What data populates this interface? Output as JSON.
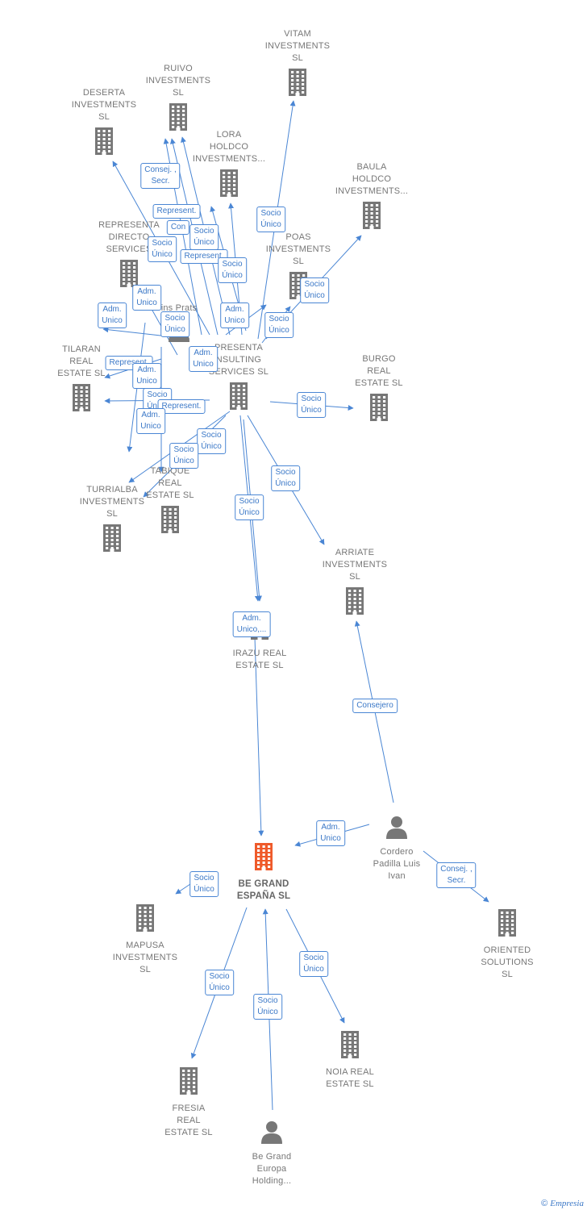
{
  "colors": {
    "edge": "#4a86d4",
    "company": "#777777",
    "main_company": "#ef5a2a",
    "person": "#777777"
  },
  "nodes": [
    {
      "id": "vitam",
      "type": "company",
      "label": [
        "VITAM",
        "INVESTMENTS",
        "SL"
      ],
      "name": "node-vitam"
    },
    {
      "id": "ruivo",
      "type": "company",
      "label": [
        "RUIVO",
        "INVESTMENTS",
        "SL"
      ],
      "name": "node-ruivo"
    },
    {
      "id": "deserta",
      "type": "company",
      "label": [
        "DESERTA",
        "INVESTMENTS",
        "SL"
      ],
      "name": "node-deserta"
    },
    {
      "id": "lora",
      "type": "company",
      "label": [
        "LORA",
        "HOLDCO",
        "INVESTMENTS..."
      ],
      "name": "node-lora"
    },
    {
      "id": "baula",
      "type": "company",
      "label": [
        "BAULA",
        "HOLDCO",
        "INVESTMENTS..."
      ],
      "name": "node-baula"
    },
    {
      "id": "representa_dir",
      "type": "company",
      "label": [
        "REPRESENTA",
        "DIRECTO",
        "SERVICES"
      ],
      "name": "node-representa-directo"
    },
    {
      "id": "poas",
      "type": "company",
      "label": [
        "POAS",
        "INVESTMENTS",
        "SL"
      ],
      "name": "node-poas"
    },
    {
      "id": "prats",
      "type": "person",
      "label": [
        "ins Prats"
      ],
      "name": "node-person-prats"
    },
    {
      "id": "tilaran",
      "type": "company",
      "label": [
        "TILARAN",
        "REAL",
        "ESTATE  SL"
      ],
      "name": "node-tilaran"
    },
    {
      "id": "representa_cons",
      "type": "company",
      "label": [
        "PRESENTA",
        "NSULTING",
        "SERVICES  SL"
      ],
      "name": "node-representa-consulting"
    },
    {
      "id": "burgo",
      "type": "company",
      "label": [
        "BURGO",
        "REAL",
        "ESTATE  SL"
      ],
      "name": "node-burgo"
    },
    {
      "id": "turrialba",
      "type": "company",
      "label": [
        "TURRIALBA",
        "INVESTMENTS",
        "SL"
      ],
      "name": "node-turrialba"
    },
    {
      "id": "tabique",
      "type": "company",
      "label": [
        "TABIQUE",
        "REAL",
        "ESTATE  SL"
      ],
      "name": "node-tabique"
    },
    {
      "id": "arriate",
      "type": "company",
      "label": [
        "ARRIATE",
        "INVESTMENTS",
        "SL"
      ],
      "name": "node-arriate"
    },
    {
      "id": "irazu",
      "type": "company",
      "label": [
        "IRAZU REAL",
        "ESTATE  SL"
      ],
      "name": "node-irazu"
    },
    {
      "id": "cordero",
      "type": "person",
      "label": [
        "Cordero",
        "Padilla Luis",
        "Ivan"
      ],
      "name": "node-person-cordero"
    },
    {
      "id": "begrand",
      "type": "main",
      "label": [
        "BE GRAND",
        "ESPAÑA  SL"
      ],
      "name": "node-be-grand"
    },
    {
      "id": "mapusa",
      "type": "company",
      "label": [
        "MAPUSA",
        "INVESTMENTS",
        "SL"
      ],
      "name": "node-mapusa"
    },
    {
      "id": "oriented",
      "type": "company",
      "label": [
        "ORIENTED",
        "SOLUTIONS",
        "SL"
      ],
      "name": "node-oriented"
    },
    {
      "id": "noia",
      "type": "company",
      "label": [
        "NOIA REAL",
        "ESTATE  SL"
      ],
      "name": "node-noia"
    },
    {
      "id": "fresia",
      "type": "company",
      "label": [
        "FRESIA",
        "REAL",
        "ESTATE  SL"
      ],
      "name": "node-fresia"
    },
    {
      "id": "begrand_europa",
      "type": "person",
      "label": [
        "Be Grand",
        "Europa",
        "Holding..."
      ],
      "name": "node-person-be-grand-europa"
    }
  ],
  "edge_labels": [
    [
      "Consej. ,",
      "Secr."
    ],
    [
      "Represent."
    ],
    [
      "Con"
    ],
    [
      "Socio",
      "Único"
    ],
    [
      "Socio",
      "Único"
    ],
    [
      "Represent."
    ],
    [
      "Socio",
      "Único"
    ],
    [
      "Socio",
      "Único"
    ],
    [
      "Socio",
      "Único"
    ],
    [
      "Adm.",
      "Unico"
    ],
    [
      "Adm.",
      "Unico"
    ],
    [
      "Socio",
      "Único"
    ],
    [
      "Adm.",
      "Unico"
    ],
    [
      "Socio",
      "Único"
    ],
    [
      "Adm.",
      "Unico"
    ],
    [
      "Represent."
    ],
    [
      "Adm.",
      "Unico"
    ],
    [
      "Socio",
      "Único"
    ],
    [
      "Represent."
    ],
    [
      "Adm.",
      "Unico"
    ],
    [
      "Socio",
      "Único"
    ],
    [
      "Socio",
      "Único"
    ],
    [
      "Socio",
      "Único"
    ],
    [
      "Socio",
      "Único"
    ],
    [
      "Socio",
      "Único"
    ],
    [
      "Adm.",
      "Unico,..."
    ],
    [
      "Consejero"
    ],
    [
      "Adm.",
      "Unico"
    ],
    [
      "Consej. ,",
      "Secr."
    ],
    [
      "Socio",
      "Único"
    ],
    [
      "Socio",
      "Único"
    ],
    [
      "Socio",
      "Único"
    ],
    [
      "Socio",
      "Único"
    ]
  ],
  "footer": {
    "copyright": "©",
    "brand": "Empresia"
  }
}
